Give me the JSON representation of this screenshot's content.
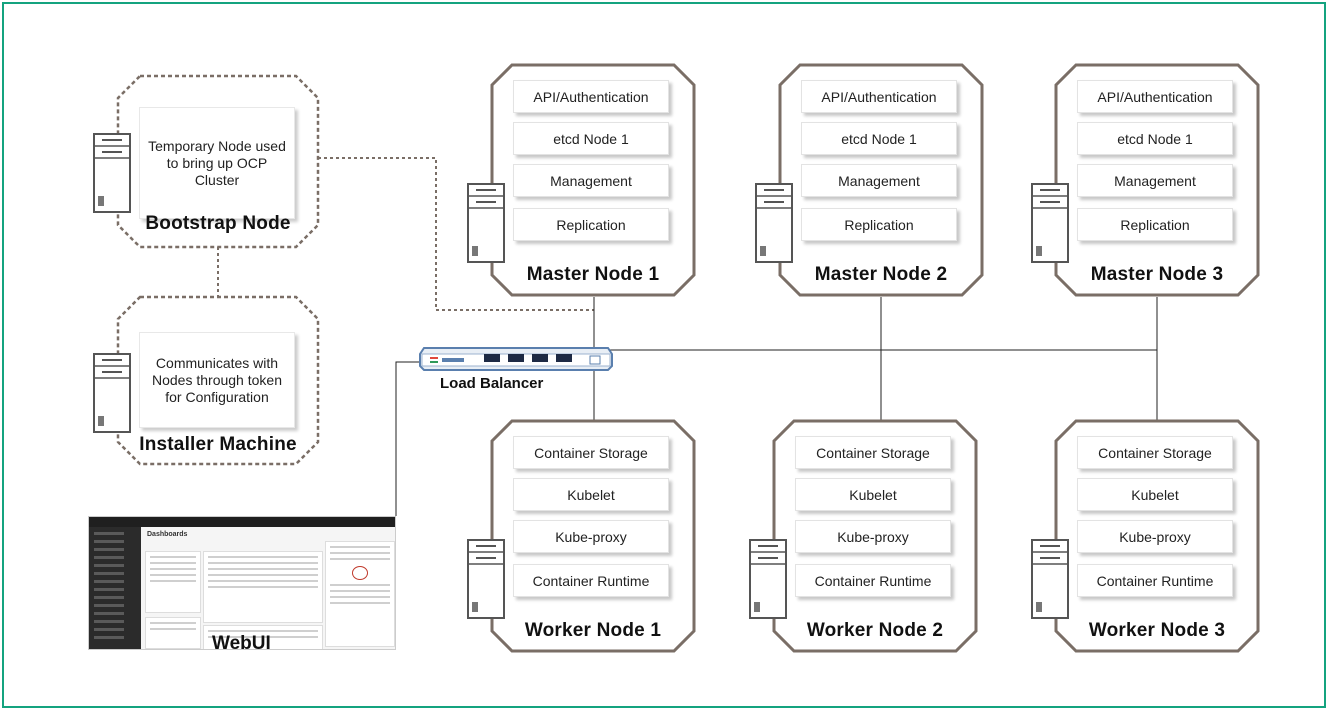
{
  "masters": [
    {
      "title": "Master Node 1",
      "components": [
        "API/Authentication",
        "etcd Node 1",
        "Management",
        "Replication"
      ]
    },
    {
      "title": "Master Node 2",
      "components": [
        "API/Authentication",
        "etcd Node 1",
        "Management",
        "Replication"
      ]
    },
    {
      "title": "Master Node 3",
      "components": [
        "API/Authentication",
        "etcd Node 1",
        "Management",
        "Replication"
      ]
    }
  ],
  "workers": [
    {
      "title": "Worker Node 1",
      "components": [
        "Container Storage",
        "Kubelet",
        "Kube-proxy",
        "Container Runtime"
      ]
    },
    {
      "title": "Worker Node 2",
      "components": [
        "Container Storage",
        "Kubelet",
        "Kube-proxy",
        "Container Runtime"
      ]
    },
    {
      "title": "Worker Node 3",
      "components": [
        "Container Storage",
        "Kubelet",
        "Kube-proxy",
        "Container Runtime"
      ]
    }
  ],
  "bootstrap": {
    "title": "Bootstrap Node",
    "note": "Temporary Node used to bring up OCP Cluster"
  },
  "installer": {
    "title": "Installer Machine",
    "note": "Communicates with Nodes through token for Configuration"
  },
  "load_balancer": {
    "label": "Load Balancer"
  },
  "webui": {
    "label": "WebUI",
    "heading": "Dashboards"
  },
  "colors": {
    "frame": "#14a37f",
    "node_border": "#7a6e66",
    "dashed": "#7a6e66",
    "line": "#222222"
  }
}
